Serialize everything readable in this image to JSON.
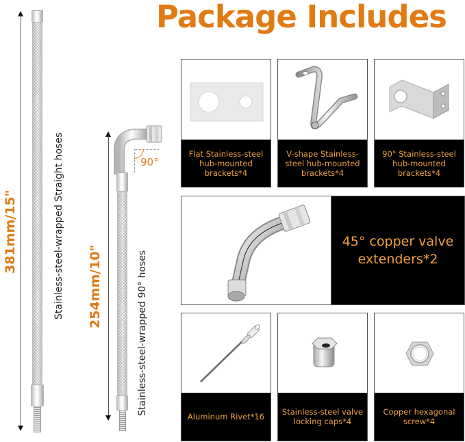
{
  "header": {
    "title": "Package Includes"
  },
  "colors": {
    "accent": "#e07b14",
    "caption_text": "#f0a040",
    "caption_bg": "#000000"
  },
  "hoses": {
    "straight": {
      "dimension": "381mm/15\"",
      "label": "Stainless-steel-wrapped Straight hoses"
    },
    "angled": {
      "dimension": "254mm/10\"",
      "label": "Stainless-steel-wrapped 90° hoses",
      "angle": "90°"
    }
  },
  "items": [
    {
      "caption": "Flat Stainless-steel hub-mounted brackets*4",
      "icon": "flat-bracket-icon"
    },
    {
      "caption": "V-shape Stainless-steel hub-mounted brackets*4",
      "icon": "v-bracket-icon"
    },
    {
      "caption": "90° Stainless-steel hub-mounted brackets*4",
      "icon": "angle-bracket-icon"
    },
    {
      "caption": "45° copper valve extenders*2",
      "icon": "valve-extender-icon"
    },
    {
      "caption": "Aluminum Rivet*16",
      "icon": "rivet-icon"
    },
    {
      "caption": "Stainless-steel valve locking caps*4",
      "icon": "valve-cap-icon"
    },
    {
      "caption": "Copper hexagonal screw*4",
      "icon": "hex-nut-icon"
    }
  ]
}
